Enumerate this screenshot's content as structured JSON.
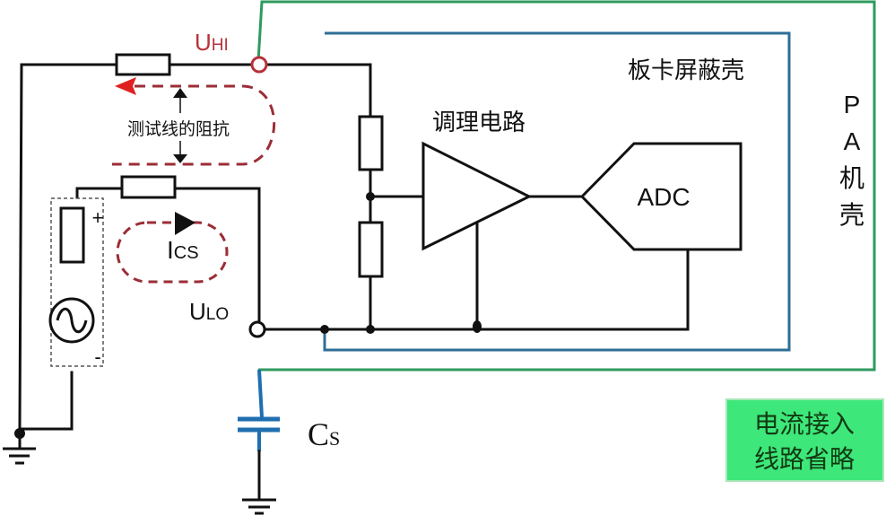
{
  "colors": {
    "wire": "#111111",
    "chassis_shield": "#2e9a5e",
    "board_shield": "#2e6e96",
    "capacitor": "#1f6fb0",
    "loop_dashed": "#9b2d36",
    "loop_arrow": "#e02020",
    "uhi_label": "#b5323b",
    "note_box_fill": "#3de77a",
    "note_box_text": "#123a12"
  },
  "labels": {
    "uhi_main": "U",
    "uhi_sub": "HI",
    "ulo_main": "U",
    "ulo_sub": "LO",
    "ics_main": "I",
    "ics_sub": "CS",
    "cs_main": "C",
    "cs_sub": "S",
    "test_lead_impedance": "测试线的阻抗",
    "conditioning_circuit": "调理电路",
    "board_shield_case": "板卡屏蔽壳",
    "adc": "ADC",
    "pa_chassis": [
      "P",
      "A",
      "机",
      "壳"
    ],
    "source_plus": "+",
    "source_minus": "-"
  },
  "note_box": {
    "line1": "电流接入",
    "line2": "线路省略"
  },
  "icons": {
    "ground": "ground-symbol-icon",
    "ac_source": "ac-source-icon",
    "dc_source": "dc-source-icon",
    "capacitor": "capacitor-icon",
    "amplifier": "amplifier-triangle-icon",
    "adc": "adc-block-icon"
  }
}
